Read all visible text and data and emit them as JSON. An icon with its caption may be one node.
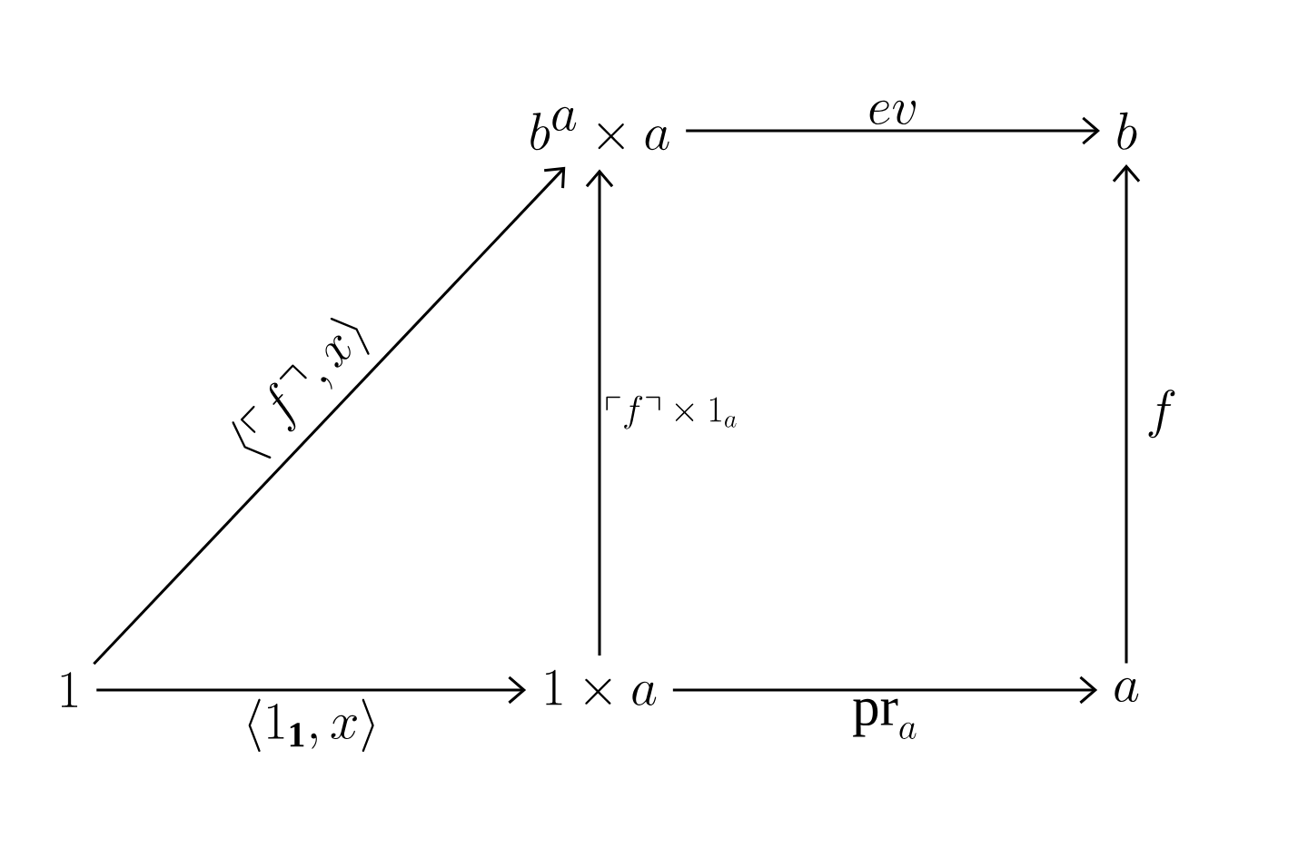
{
  "diagram": {
    "nodes": [
      {
        "text": [
          "b^a\\times a"
        ]
      },
      {
        "text": [
          "b"
        ]
      },
      {
        "text": [
          "1"
        ]
      },
      {
        "text": [
          "1\\times a"
        ]
      },
      {
        "text": [
          "a"
        ]
      }
    ],
    "edges": [
      {
        "from": 0,
        "to": 1,
        "arrow": "to",
        "label": "ev"
      },
      {
        "from": 2,
        "to": 0,
        "arrow": "to",
        "label": "\\langle\\ulcorner f\\urcorner,x\\rangle"
      },
      {
        "from": 3,
        "to": 0,
        "arrow": "to",
        "label": "\\ulcorner f\\urcorner\\times 1_a"
      },
      {
        "from": 4,
        "to": 1,
        "arrow": "to",
        "label": "f"
      },
      {
        "from": 2,
        "to": 3,
        "arrow": "to",
        "label": "\\langle 1_{\\mathbf{1}},x\\rangle"
      },
      {
        "from": 3,
        "to": 4,
        "arrow": "to",
        "label": "\\mathrm{pr}_a"
      }
    ]
  }
}
